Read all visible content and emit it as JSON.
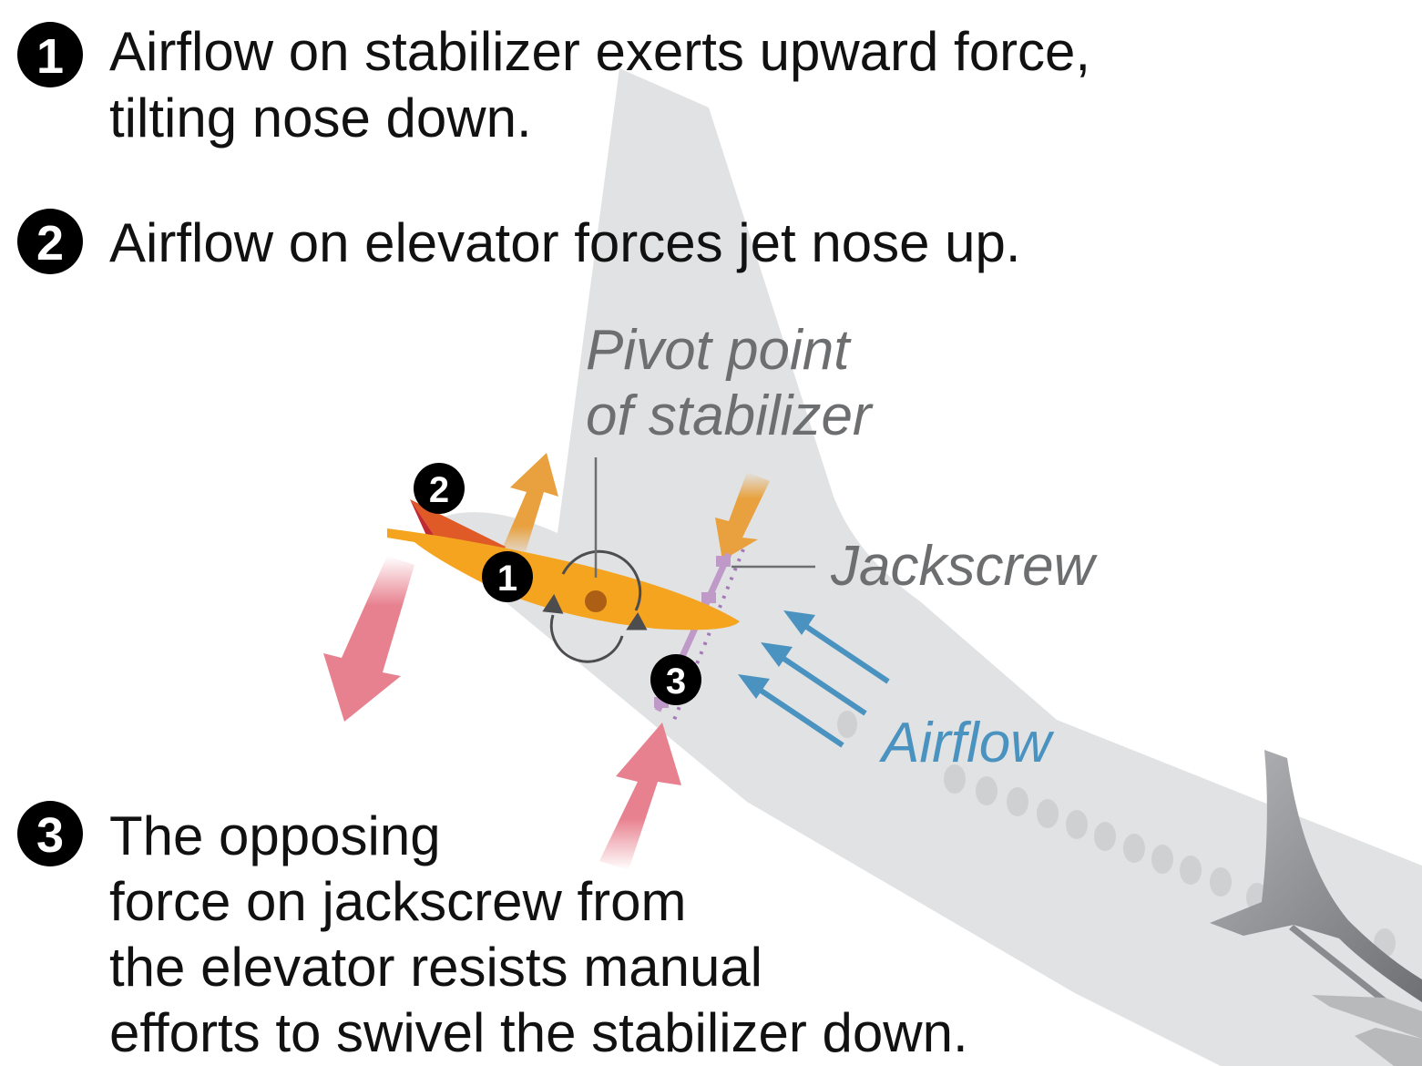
{
  "steps": [
    {
      "number": "1",
      "lines": [
        "Airflow on stabilizer exerts upward force,",
        "tilting nose down."
      ]
    },
    {
      "number": "2",
      "lines": [
        "Airflow on elevator forces jet nose up."
      ]
    },
    {
      "number": "3",
      "lines": [
        "The opposing",
        "force on jackscrew from",
        "the elevator resists manual",
        "efforts to swivel the stabilizer down."
      ]
    }
  ],
  "labels": {
    "pivot": [
      "Pivot point",
      "of stabilizer"
    ],
    "jackscrew": "Jackscrew",
    "airflow": "Airflow"
  },
  "markers": {
    "one": "1",
    "two": "2",
    "three": "3"
  },
  "colors": {
    "fuselage": "#e1e2e3",
    "stabilizer": "#f4a41f",
    "elevator": "#e05a28",
    "force_up": "#e8a13e",
    "force_down": "#e8818f",
    "airflow": "#4a93c0",
    "jackscrew": "#bf9ac9"
  }
}
